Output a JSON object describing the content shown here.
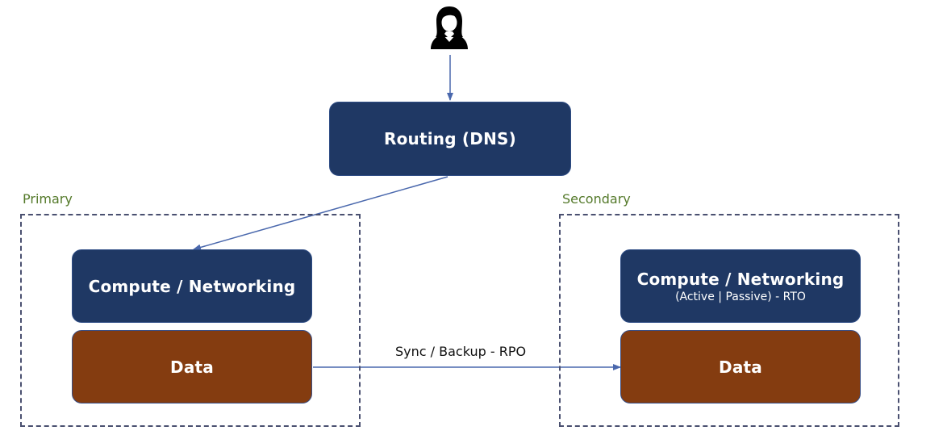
{
  "nodes": {
    "routing": {
      "label": "Routing (DNS)"
    },
    "primary_compute": {
      "label": "Compute / Networking"
    },
    "primary_data": {
      "label": "Data"
    },
    "secondary_compute": {
      "label": "Compute / Networking",
      "sublabel": "(Active | Passive) - RTO"
    },
    "secondary_data": {
      "label": "Data"
    }
  },
  "regions": {
    "primary": {
      "label": "Primary"
    },
    "secondary": {
      "label": "Secondary"
    }
  },
  "edges": {
    "sync": {
      "label": "Sync / Backup - RPO"
    }
  },
  "icons": {
    "user": "user-icon"
  },
  "colors": {
    "navy": "#1f3864",
    "brown": "#843c10",
    "arrow": "#4a68ad",
    "region_label": "#557a2b",
    "region_border": "#4a5070"
  }
}
